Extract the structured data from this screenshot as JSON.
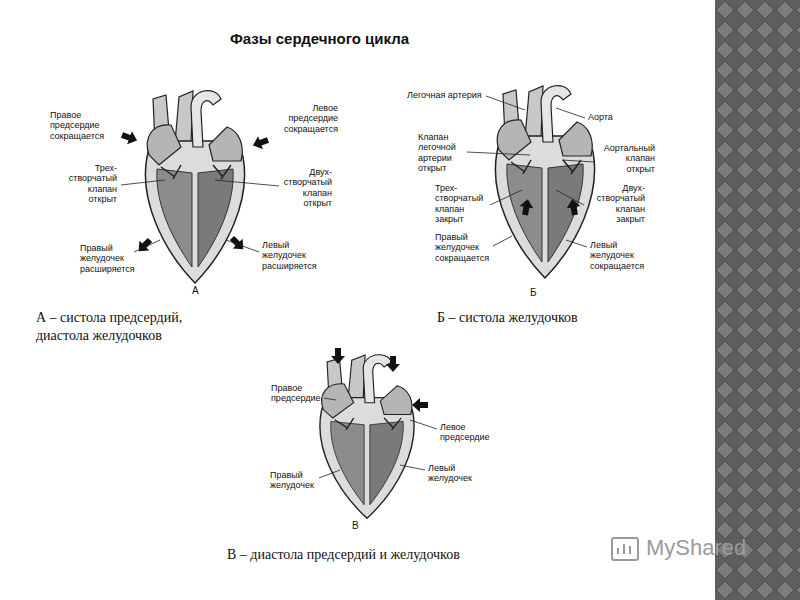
{
  "diagram": {
    "title": "Фазы сердечного цикла",
    "labels": [
      "Правое предсердие сокращается",
      "Трех- створчатый клапан открыт",
      "Правый желудочек расширяется",
      "Левое предсердие сокращается",
      "Двух- створчатый клапан открыт",
      "Левый желудочек расширяется",
      "А",
      "Легочная артерия",
      "Аорта",
      "Клапан легочной артерии открыт",
      "Аортальный клапан открыт",
      "Трех- створчатый клапан закрыт",
      "Двух- створчатый клапан закрыт",
      "Правый желудочек сокращается",
      "Левый желудочек сокращается",
      "Б",
      "Правое предсердие",
      "Левое предсердие",
      "Правый желудочек",
      "Левый желудочек",
      "В",
      "А – систола предсердий, диастола желудочков",
      "Б – систола желудочков",
      "В – диастола предсердий и желудочков",
      "MyShared"
    ]
  }
}
